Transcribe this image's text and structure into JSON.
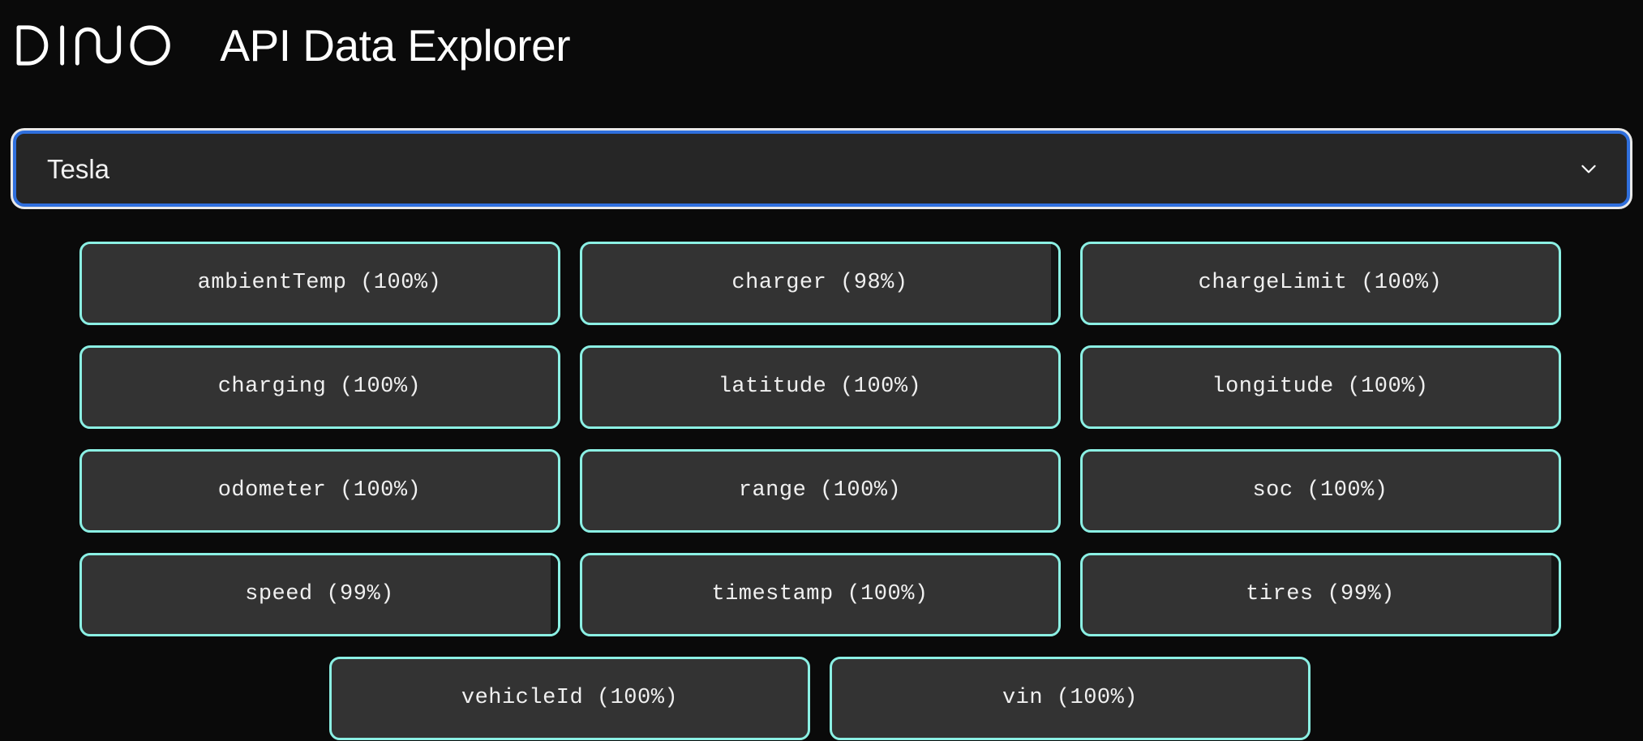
{
  "app": {
    "brand": "DIMO",
    "title": "API Data Explorer",
    "background_color": "#0a0a0a"
  },
  "vehicle_select": {
    "name": "make-select",
    "selected_value": "Tesla",
    "placeholder": "Tesla",
    "icon": "chevron-down-icon",
    "focused": true,
    "border_color": "#2f6fdd",
    "focus_ring_color": "#e8e8e8",
    "field_background": "#262626"
  },
  "signals": {
    "tile_border_color": "#8bf0e4",
    "tile_background": "#333333",
    "items": [
      {
        "name": "ambientTemp",
        "coverage": "100%",
        "label": "ambientTemp (100%)",
        "has_edge": false
      },
      {
        "name": "charger",
        "coverage": "98%",
        "label": "charger (98%)",
        "has_edge": true
      },
      {
        "name": "chargeLimit",
        "coverage": "100%",
        "label": "chargeLimit (100%)",
        "has_edge": false
      },
      {
        "name": "charging",
        "coverage": "100%",
        "label": "charging (100%)",
        "has_edge": false
      },
      {
        "name": "latitude",
        "coverage": "100%",
        "label": "latitude (100%)",
        "has_edge": false
      },
      {
        "name": "longitude",
        "coverage": "100%",
        "label": "longitude (100%)",
        "has_edge": false
      },
      {
        "name": "odometer",
        "coverage": "100%",
        "label": "odometer (100%)",
        "has_edge": false
      },
      {
        "name": "range",
        "coverage": "100%",
        "label": "range (100%)",
        "has_edge": false
      },
      {
        "name": "soc",
        "coverage": "100%",
        "label": "soc (100%)",
        "has_edge": false
      },
      {
        "name": "speed",
        "coverage": "99%",
        "label": "speed (99%)",
        "has_edge": true
      },
      {
        "name": "timestamp",
        "coverage": "100%",
        "label": "timestamp (100%)",
        "has_edge": false
      },
      {
        "name": "tires",
        "coverage": "99%",
        "label": "tires (99%)",
        "has_edge": true
      },
      {
        "name": "vehicleId",
        "coverage": "100%",
        "label": "vehicleId (100%)",
        "has_edge": false
      },
      {
        "name": "vin",
        "coverage": "100%",
        "label": "vin (100%)",
        "has_edge": false
      }
    ]
  }
}
